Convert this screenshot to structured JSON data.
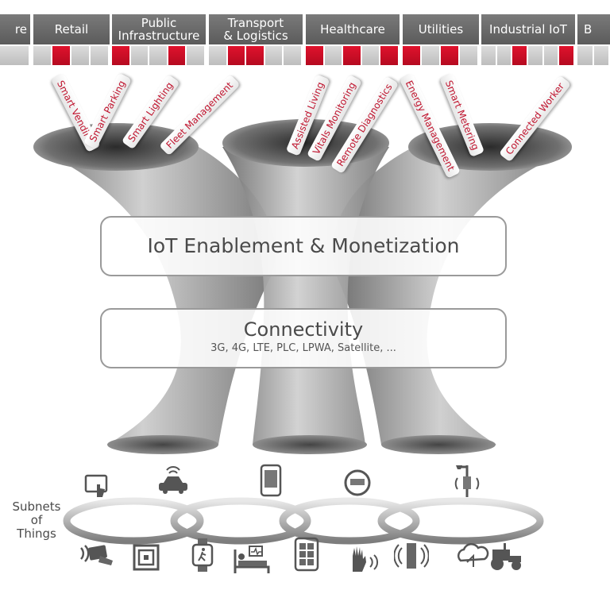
{
  "industries": [
    {
      "label": "re",
      "key": "partial-left"
    },
    {
      "label": "Retail",
      "key": "retail"
    },
    {
      "label": "Public\nInfrastructure",
      "key": "public-infrastructure"
    },
    {
      "label": "Transport\n& Logistics",
      "key": "transport-logistics"
    },
    {
      "label": "Healthcare",
      "key": "healthcare"
    },
    {
      "label": "Utilities",
      "key": "utilities"
    },
    {
      "label": "Industrial IoT",
      "key": "industrial-iot"
    },
    {
      "label": "B",
      "key": "partial-right"
    }
  ],
  "applications": [
    "Smart Vending",
    "Smart Parking",
    "Smart Lighting",
    "Fleet Management",
    "Assisted Living",
    "Vitals Monitoring",
    "Remote Diagnostics",
    "Energy Management",
    "Smart Metering",
    "Connected Worker"
  ],
  "layers": {
    "monetization": {
      "title": "IoT Enablement & Monetization"
    },
    "connectivity": {
      "title": "Connectivity",
      "subtitle": "3G, 4G, LTE, PLC, LPWA, Satellite, ..."
    }
  },
  "subnets_label": "Subnets\nof\nThings",
  "colors": {
    "accent_red": "#c8102e",
    "header_gray": "#6a6a6a",
    "funnel_gray": "#8a8a8a"
  },
  "devices_top": [
    "touch-tablet-icon",
    "connected-car-icon",
    "smartphone-icon",
    "smart-meter-icon",
    "street-light-icon"
  ],
  "devices_bottom": [
    "contactless-card-icon",
    "rfid-tag-icon",
    "smartwatch-icon",
    "hospital-bed-icon",
    "tablet-apps-icon",
    "gesture-hand-icon",
    "sensor-signal-icon",
    "cloud-tractor-icon"
  ]
}
